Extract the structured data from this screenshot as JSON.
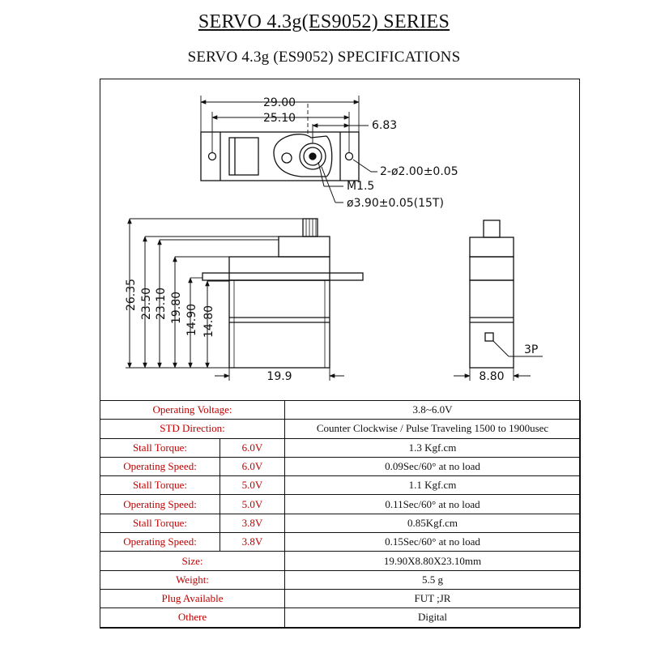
{
  "title": "SERVO 4.3g(ES9052) SERIES",
  "subtitle": "SERVO 4.3g (ES9052) SPECIFICATIONS",
  "drawing": {
    "top_view": {
      "dim_total_width": "29.00",
      "dim_hole_spacing": "25.10",
      "dim_shaft_offset": "6.83",
      "mounting_holes": "2-ø2.00±0.05",
      "thread": "M1.5",
      "spline": "ø3.90±0.05(15T)"
    },
    "side_view": {
      "heights": [
        "26.35",
        "23.50",
        "23.10",
        "19.80",
        "14.90",
        "14.80"
      ],
      "width": "19.9"
    },
    "end_view": {
      "width": "8.80",
      "connector": "3P"
    }
  },
  "specs": [
    {
      "label": "Operating Voltage:",
      "value": "3.8~6.0V"
    },
    {
      "label": "STD  Direction:",
      "value": "Counter Clockwise / Pulse Traveling 1500 to 1900usec"
    },
    {
      "label": "Stall  Torque:",
      "voltage": "6.0V",
      "value": "1.3 Kgf.cm"
    },
    {
      "label": "Operating Speed:",
      "voltage": "6.0V",
      "value": "0.09Sec/60° at no load"
    },
    {
      "label": "Stall  Torque:",
      "voltage": "5.0V",
      "value": "1.1 Kgf.cm"
    },
    {
      "label": "Operating Speed:",
      "voltage": "5.0V",
      "value": "0.11Sec/60° at no load"
    },
    {
      "label": "Stall  Torque:",
      "voltage": "3.8V",
      "value": "0.85Kgf.cm"
    },
    {
      "label": "Operating Speed:",
      "voltage": "3.8V",
      "value": "0.15Sec/60° at no load"
    },
    {
      "label": "Size:",
      "value": "19.90X8.80X23.10mm"
    },
    {
      "label": "Weight:",
      "value": "5.5 g"
    },
    {
      "label": "Plug   Available",
      "value": "FUT ;JR"
    },
    {
      "label": "Othere",
      "value": "Digital"
    }
  ]
}
